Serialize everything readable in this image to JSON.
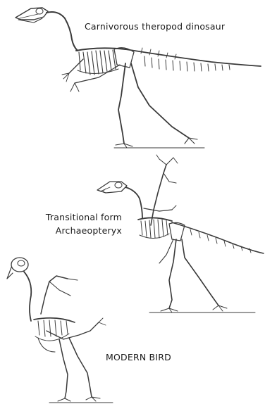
{
  "labels": {
    "theropod": "Carnivorous theropod dinosaur",
    "transitional_line1": "Transitional form",
    "transitional_line2": "Archaeopteryx",
    "modern_bird": "MODERN BIRD"
  },
  "colors": {
    "ink": "#3a3a3a",
    "background": "#ffffff"
  }
}
